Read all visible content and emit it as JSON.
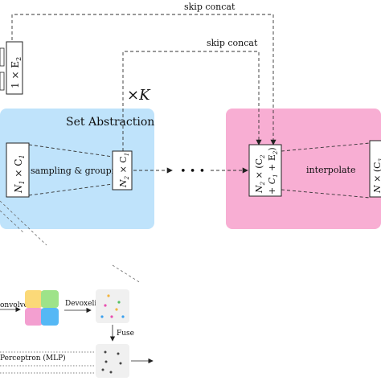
{
  "labels": {
    "skip_concat_top": "skip concat",
    "skip_concat_inner": "skip concat",
    "times_k": "×K",
    "set_abstraction": "Set Abstraction",
    "sampling_grouping": "sampling & grouping",
    "interpolate": "interpolate",
    "ellipsis": "• • •",
    "convolve": "onvolve",
    "devoxelize": "Devoxelize",
    "fuse": "Fuse",
    "perceptron": "Perceptron (MLP)"
  },
  "math_boxes": {
    "e2_box": "1 × E",
    "e2_sub": "2",
    "n1c1_box": "N",
    "n2c1_box": "N",
    "n2c2_line1": "N",
    "n2c2_line2": "+ C",
    "right_box": "N"
  },
  "colors": {
    "set_abstraction_bg": "#bfe3fb",
    "interpolate_bg": "#f8aed3",
    "voxel_yellow": "#fbd978",
    "voxel_green": "#9ee389",
    "voxel_pink": "#f39fd0",
    "voxel_blue": "#55b8f5"
  }
}
